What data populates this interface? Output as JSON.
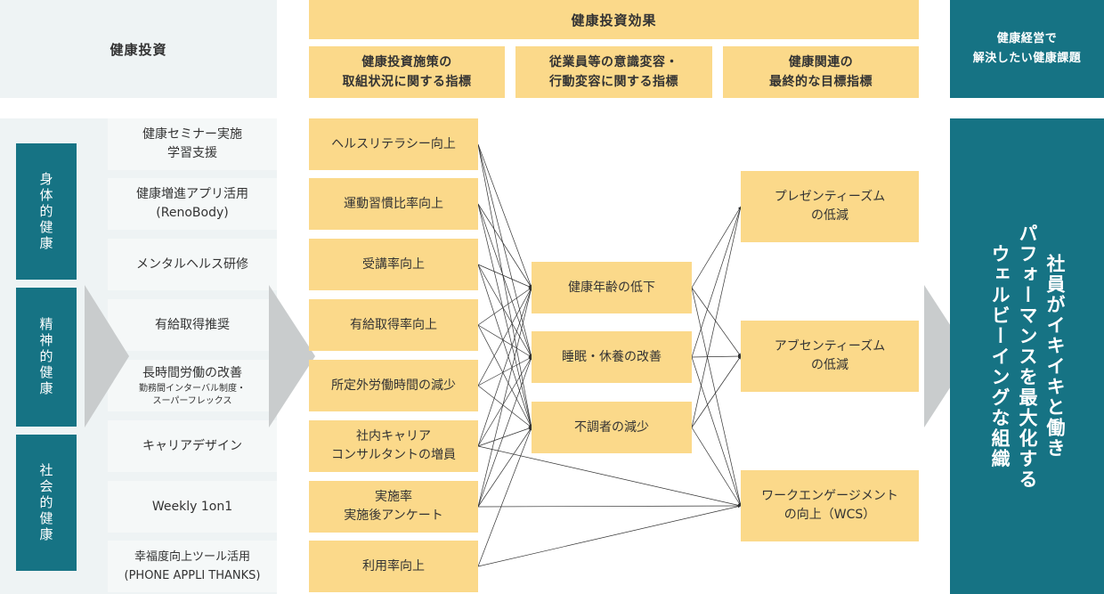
{
  "header": {
    "investment": "健康投資",
    "effects": "健康投資効果",
    "effect_columns": [
      "健康投資施策の\n取組状況に関する指標",
      "従業員等の意識変容・\n行動変容に関する指標",
      "健康関連の\n最終的な目標指標"
    ],
    "issues": "健康経営で\n解決したい健康課題"
  },
  "categories": [
    "身体的健康",
    "精神的健康",
    "社会的健康"
  ],
  "initiatives": [
    {
      "label": "健康セミナー実施\n学習支援"
    },
    {
      "label": "健康増進アプリ活用\n(RenoBody)"
    },
    {
      "label": "メンタルヘルス研修"
    },
    {
      "label": "有給取得推奨"
    },
    {
      "label": "長時間労働の改善",
      "sub": "勤務間インターバル制度・\nスーパーフレックス"
    },
    {
      "label": "キャリアデザイン"
    },
    {
      "label": "Weekly 1on1"
    },
    {
      "label": "幸福度向上ツール活用\n(PHONE APPLI THANKS)"
    }
  ],
  "indicators": [
    "ヘルスリテラシー向上",
    "運動習慣比率向上",
    "受講率向上",
    "有給取得率向上",
    "所定外労働時間の減少",
    "社内キャリア\nコンサルタントの増員",
    "実施率\n実施後アンケート",
    "利用率向上"
  ],
  "behaviors": [
    "健康年齢の低下",
    "睡眠・休養の改善",
    "不調者の減少"
  ],
  "goals": [
    "プレゼンティーズム\nの低減",
    "アブセンティーズム\nの低減",
    "ワークエンゲージメント\nの向上（WCS）"
  ],
  "final": "社員がイキイキと働き\nパフォーマンスを最大化する\nウェルビーイングな組織",
  "connections": {
    "indicator_to_behavior": [
      [
        0,
        0
      ],
      [
        0,
        1
      ],
      [
        0,
        2
      ],
      [
        1,
        0
      ],
      [
        1,
        1
      ],
      [
        1,
        2
      ],
      [
        2,
        0
      ],
      [
        2,
        1
      ],
      [
        2,
        2
      ],
      [
        3,
        0
      ],
      [
        3,
        1
      ],
      [
        3,
        2
      ],
      [
        4,
        0
      ],
      [
        4,
        1
      ],
      [
        4,
        2
      ],
      [
        5,
        0
      ],
      [
        5,
        1
      ],
      [
        5,
        2
      ],
      [
        6,
        0
      ],
      [
        6,
        1
      ],
      [
        6,
        2
      ],
      [
        7,
        2
      ]
    ],
    "indicator_to_goal": [
      [
        5,
        2
      ],
      [
        6,
        2
      ],
      [
        7,
        2
      ]
    ],
    "behavior_to_goal": [
      [
        0,
        0
      ],
      [
        0,
        1
      ],
      [
        0,
        2
      ],
      [
        1,
        0
      ],
      [
        1,
        1
      ],
      [
        1,
        2
      ],
      [
        2,
        0
      ],
      [
        2,
        1
      ],
      [
        2,
        2
      ]
    ]
  },
  "colors": {
    "light": "#eef3f4",
    "yellow": "#fbd98a",
    "teal": "#167384",
    "arrow": "#c9cccd",
    "line": "#333333"
  }
}
